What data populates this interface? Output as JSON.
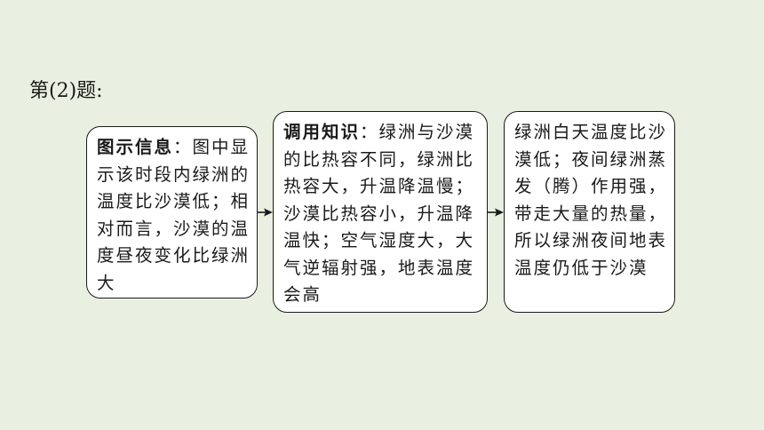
{
  "question": {
    "label": "第(2)题:"
  },
  "boxes": [
    {
      "lead": "图示信息",
      "text": "：图中显示该时段内绿洲的温度比沙漠低；相对而言，沙漠的温度昼夜变化比绿洲大"
    },
    {
      "lead": "调用知识",
      "text": "：绿洲与沙漠的比热容不同，绿洲比热容大，升温降温慢；沙漠比热容小，升温降温快；空气湿度大，大气逆辐射强，地表温度会高"
    },
    {
      "lead": "",
      "text": "绿洲白天温度比沙漠低；夜间绿洲蒸发（腾）作用强，带走大量的热量，所以绿洲夜间地表温度仍低于沙漠"
    }
  ],
  "colors": {
    "background": "#e9f0e1",
    "box_fill": "#ffffff",
    "stroke": "#1a1a1a"
  },
  "icons": {
    "connector": "arrow-right-icon"
  }
}
